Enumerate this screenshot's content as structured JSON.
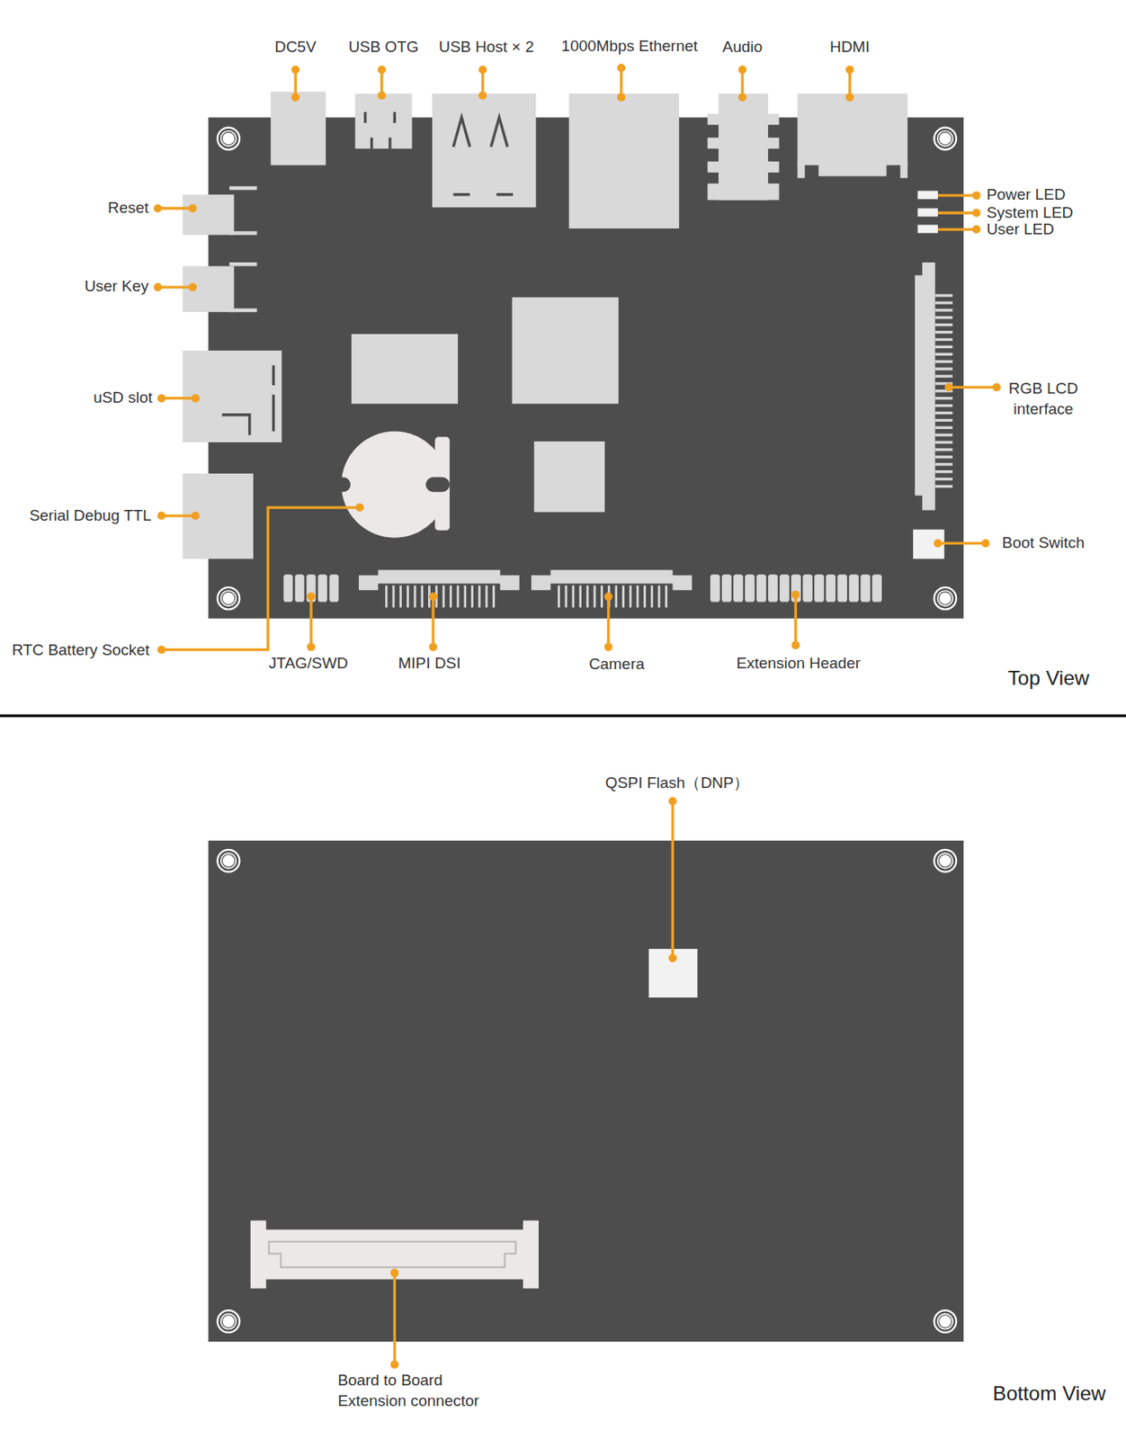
{
  "diagram": {
    "labels": [
      "DC5V",
      "USB OTG",
      "USB Host × 2",
      "1000Mbps Ethernet",
      "Audio",
      "HDMI",
      "Reset",
      "User Key",
      "uSD slot",
      "Serial Debug TTL",
      "RTC Battery Socket",
      "JTAG/SWD",
      "MIPI DSI",
      "Camera",
      "Extension Header",
      "Power LED",
      "System LED",
      "User LED",
      "RGB LCD interface",
      "Boot Switch",
      "Top View",
      "QSPI Flash（DNP）",
      "Board to Board Extension connector",
      "Bottom View"
    ]
  }
}
